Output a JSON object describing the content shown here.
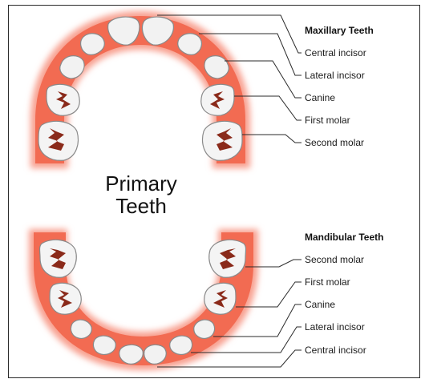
{
  "center_title": {
    "line1": "Primary",
    "line2": "Teeth"
  },
  "maxillary": {
    "heading": "Maxillary Teeth",
    "labels": [
      "Central incisor",
      "Lateral incisor",
      "Canine",
      "First molar",
      "Second molar"
    ]
  },
  "mandibular": {
    "heading": "Mandibular Teeth",
    "labels": [
      "Second molar",
      "First molar",
      "Canine",
      "Lateral incisor",
      "Central incisor"
    ]
  },
  "colors": {
    "gum": "#f26b52",
    "gum_edge": "#f8a090",
    "tooth": "#f2f2f2",
    "groove": "#8a2a1a",
    "line": "#2a2a2a"
  }
}
